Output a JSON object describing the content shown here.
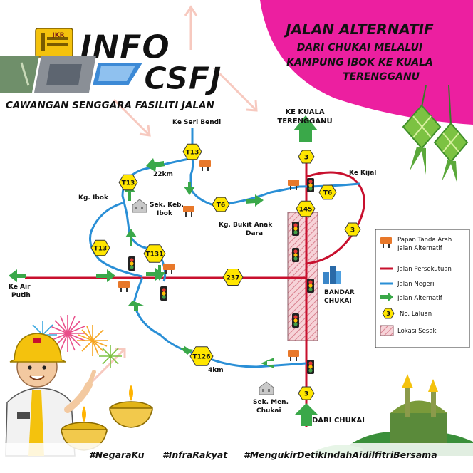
{
  "header": {
    "logo_text": "JKR",
    "title_line1": "INFO",
    "title_line2": "CSFJ",
    "subtitle": "CAWANGAN SENGGARA FASILITI JALAN"
  },
  "banner": {
    "line1": "JALAN ALTERNATIF",
    "line2": "DARI CHUKAI MELALUI",
    "line3": "KAMPUNG IBOK KE KUALA",
    "line4": "TERENGGANU",
    "color": "#ec1fa0"
  },
  "map": {
    "destinations": {
      "kuala_terengganu_1": "KE KUALA",
      "kuala_terengganu_2": "TERENGGANU",
      "seri_bendi": "Ke Seri Bendi",
      "kijal": "Ke Kijal",
      "air_putih_1": "Ke Air",
      "air_putih_2": "Putih",
      "dari_chukai": "DARI CHUKAI"
    },
    "places": {
      "kg_ibok": "Kg. Ibok",
      "sek_keb_1": "Sek. Keb.",
      "sek_keb_2": "Ibok",
      "bukit_anak_1": "Kg. Bukit Anak",
      "bukit_anak_2": "Dara",
      "bandar_1": "BANDAR",
      "bandar_2": "CHUKAI",
      "sek_men_1": "Sek. Men.",
      "sek_men_2": "Chukai"
    },
    "distances": {
      "d1": "22km",
      "d2": "4km"
    },
    "route_markers": {
      "t13_top": "T13",
      "t13_left": "T13",
      "t13_lower": "T13",
      "t6_mid": "T6",
      "t6_right": "T6",
      "t131": "T131",
      "r3_top": "3",
      "r3_right": "3",
      "r3_bottom": "3",
      "r145": "145",
      "r237": "237",
      "t126": "T126"
    }
  },
  "legend": {
    "sign": "Papan Tanda Arah Jalan Alternatif",
    "sign_line1": "Papan Tanda Arah",
    "sign_line2": "Jalan Alternatif",
    "federal": "Jalan Persekutuan",
    "state": "Jalan Negeri",
    "alt": "Jalan Alternatif",
    "route_no": "No. Laluan",
    "route_icon": "3",
    "congestion": "Lokasi Sesak"
  },
  "colors": {
    "federal_road": "#c8102e",
    "state_road": "#2a8fd6",
    "alternative": "#3aa849",
    "marker": "#ffe600",
    "sign": "#e8782a",
    "magenta": "#ec1fa0"
  },
  "hashtags": {
    "tag1": "#NegaraKu",
    "tag2": "#InfraRakyat",
    "tag3": "#MengukirDetikIndahAidilfitriBersama"
  }
}
